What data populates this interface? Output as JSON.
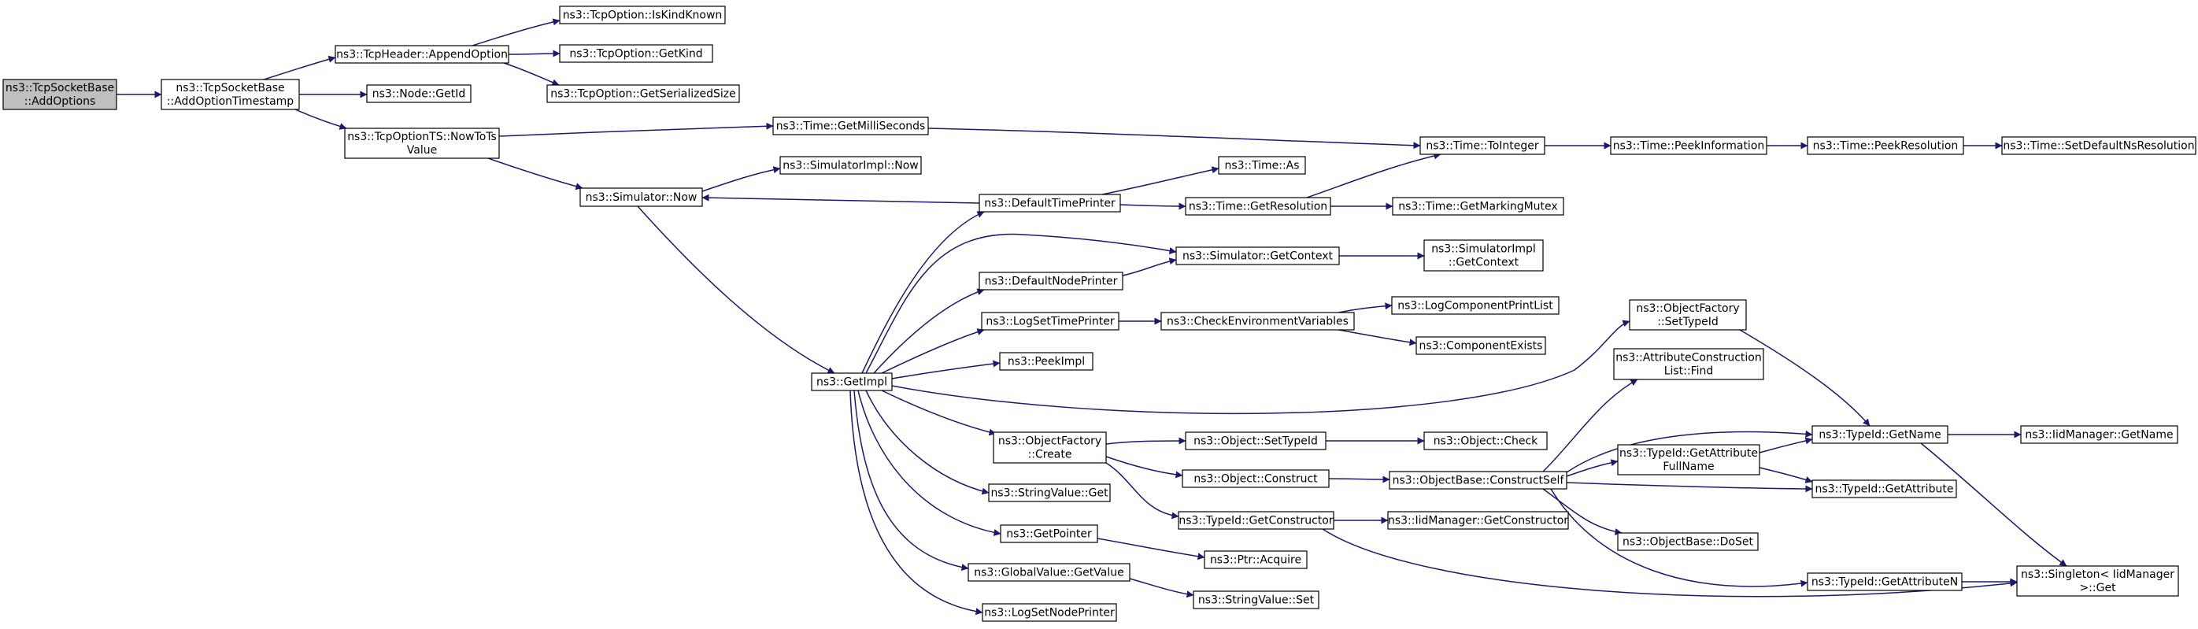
{
  "diagram": {
    "colors": {
      "edge": "#191970",
      "root_fill": "#bfbfbf",
      "node_fill": "#ffffff",
      "node_border": "#000000",
      "truncated_border": "#ff0000"
    },
    "nodes": [
      {
        "id": "n0",
        "lines": [
          "ns3::TcpSocketBase",
          "::AddOptions"
        ],
        "root": true
      },
      {
        "id": "n1",
        "lines": [
          "ns3::TcpSocketBase",
          "::AddOptionTimestamp"
        ]
      },
      {
        "id": "n2",
        "lines": [
          "ns3::TcpHeader::AppendOption"
        ]
      },
      {
        "id": "n3",
        "lines": [
          "ns3::TcpOption::IsKindKnown"
        ]
      },
      {
        "id": "n4",
        "lines": [
          "ns3::TcpOption::GetKind"
        ]
      },
      {
        "id": "n5",
        "lines": [
          "ns3::TcpOption::GetSerializedSize"
        ]
      },
      {
        "id": "n6",
        "lines": [
          "ns3::Node::GetId"
        ]
      },
      {
        "id": "n7",
        "lines": [
          "ns3::TcpOptionTS::NowToTs",
          "Value"
        ]
      },
      {
        "id": "n8",
        "lines": [
          "ns3::Time::GetMilliSeconds"
        ]
      },
      {
        "id": "n9",
        "lines": [
          "ns3::Time::ToInteger"
        ]
      },
      {
        "id": "n10",
        "lines": [
          "ns3::Time::PeekInformation"
        ]
      },
      {
        "id": "n11",
        "lines": [
          "ns3::Time::PeekResolution"
        ]
      },
      {
        "id": "n12",
        "lines": [
          "ns3::Time::SetDefaultNsResolution"
        ]
      },
      {
        "id": "n13",
        "lines": [
          "ns3::Simulator::Now"
        ]
      },
      {
        "id": "n14",
        "lines": [
          "ns3::SimulatorImpl::Now"
        ]
      },
      {
        "id": "n15",
        "lines": [
          "ns3::DefaultTimePrinter"
        ]
      },
      {
        "id": "n16",
        "lines": [
          "ns3::Time::As"
        ]
      },
      {
        "id": "n17",
        "lines": [
          "ns3::Time::GetResolution"
        ]
      },
      {
        "id": "n18",
        "lines": [
          "ns3::Time::GetMarkingMutex"
        ]
      },
      {
        "id": "n19",
        "lines": [
          "ns3::Simulator::GetContext"
        ]
      },
      {
        "id": "n20",
        "lines": [
          "ns3::SimulatorImpl",
          "::GetContext"
        ]
      },
      {
        "id": "n21",
        "lines": [
          "ns3::DefaultNodePrinter"
        ]
      },
      {
        "id": "n22",
        "lines": [
          "ns3::LogSetTimePrinter"
        ]
      },
      {
        "id": "n23",
        "lines": [
          "ns3::CheckEnvironmentVariables"
        ]
      },
      {
        "id": "n24",
        "lines": [
          "ns3::LogComponentPrintList"
        ],
        "truncated": true
      },
      {
        "id": "n25",
        "lines": [
          "ns3::ComponentExists"
        ],
        "truncated": true
      },
      {
        "id": "n26",
        "lines": [
          "ns3::GetImpl"
        ]
      },
      {
        "id": "n27",
        "lines": [
          "ns3::PeekImpl"
        ]
      },
      {
        "id": "n28",
        "lines": [
          "ns3::ObjectFactory",
          "::SetTypeId"
        ]
      },
      {
        "id": "n29",
        "lines": [
          "ns3::AttributeConstruction",
          "List::Find"
        ]
      },
      {
        "id": "n30",
        "lines": [
          "ns3::TypeId::GetName"
        ]
      },
      {
        "id": "n31",
        "lines": [
          "ns3::IidManager::GetName"
        ],
        "truncated": true
      },
      {
        "id": "n32",
        "lines": [
          "ns3::ObjectFactory",
          "::Create"
        ]
      },
      {
        "id": "n33",
        "lines": [
          "ns3::Object::SetTypeId"
        ]
      },
      {
        "id": "n34",
        "lines": [
          "ns3::Object::Check"
        ],
        "truncated": true
      },
      {
        "id": "n35",
        "lines": [
          "ns3::Object::Construct"
        ]
      },
      {
        "id": "n36",
        "lines": [
          "ns3::ObjectBase::ConstructSelf"
        ],
        "truncated": true
      },
      {
        "id": "n37",
        "lines": [
          "ns3::TypeId::GetAttribute",
          "FullName"
        ]
      },
      {
        "id": "n38",
        "lines": [
          "ns3::TypeId::GetAttribute"
        ]
      },
      {
        "id": "n39",
        "lines": [
          "ns3::StringValue::Get"
        ]
      },
      {
        "id": "n40",
        "lines": [
          "ns3::TypeId::GetConstructor"
        ]
      },
      {
        "id": "n41",
        "lines": [
          "ns3::IidManager::GetConstructor"
        ],
        "truncated": true
      },
      {
        "id": "n42",
        "lines": [
          "ns3::ObjectBase::DoSet"
        ]
      },
      {
        "id": "n43",
        "lines": [
          "ns3::GetPointer"
        ]
      },
      {
        "id": "n44",
        "lines": [
          "ns3::Ptr::Acquire"
        ]
      },
      {
        "id": "n45",
        "lines": [
          "ns3::TypeId::GetAttributeN"
        ],
        "truncated": true
      },
      {
        "id": "n46",
        "lines": [
          "ns3::Singleton< IidManager",
          " >::Get"
        ]
      },
      {
        "id": "n47",
        "lines": [
          "ns3::GlobalValue::GetValue"
        ]
      },
      {
        "id": "n48",
        "lines": [
          "ns3::StringValue::Set"
        ]
      },
      {
        "id": "n49",
        "lines": [
          "ns3::LogSetNodePrinter"
        ]
      }
    ],
    "edges": [
      [
        "n0",
        "n1"
      ],
      [
        "n1",
        "n2"
      ],
      [
        "n1",
        "n6"
      ],
      [
        "n1",
        "n7"
      ],
      [
        "n2",
        "n3"
      ],
      [
        "n2",
        "n4"
      ],
      [
        "n2",
        "n5"
      ],
      [
        "n7",
        "n8"
      ],
      [
        "n7",
        "n13"
      ],
      [
        "n8",
        "n9"
      ],
      [
        "n9",
        "n10"
      ],
      [
        "n10",
        "n11"
      ],
      [
        "n11",
        "n12"
      ],
      [
        "n13",
        "n14"
      ],
      [
        "n13",
        "n26"
      ],
      [
        "n15",
        "n13"
      ],
      [
        "n15",
        "n16"
      ],
      [
        "n15",
        "n17"
      ],
      [
        "n17",
        "n9"
      ],
      [
        "n17",
        "n18"
      ],
      [
        "n19",
        "n20"
      ],
      [
        "n26",
        "n15"
      ],
      [
        "n26",
        "n19"
      ],
      [
        "n26",
        "n21"
      ],
      [
        "n26",
        "n22"
      ],
      [
        "n26",
        "n27"
      ],
      [
        "n26",
        "n28"
      ],
      [
        "n26",
        "n32"
      ],
      [
        "n26",
        "n39"
      ],
      [
        "n26",
        "n43"
      ],
      [
        "n26",
        "n47"
      ],
      [
        "n26",
        "n49"
      ],
      [
        "n21",
        "n19"
      ],
      [
        "n22",
        "n23"
      ],
      [
        "n23",
        "n24"
      ],
      [
        "n23",
        "n25"
      ],
      [
        "n28",
        "n30"
      ],
      [
        "n30",
        "n31"
      ],
      [
        "n30",
        "n46"
      ],
      [
        "n32",
        "n33"
      ],
      [
        "n32",
        "n35"
      ],
      [
        "n32",
        "n40"
      ],
      [
        "n33",
        "n34"
      ],
      [
        "n35",
        "n36"
      ],
      [
        "n36",
        "n29"
      ],
      [
        "n36",
        "n30"
      ],
      [
        "n36",
        "n37"
      ],
      [
        "n36",
        "n38"
      ],
      [
        "n36",
        "n42"
      ],
      [
        "n36",
        "n45"
      ],
      [
        "n37",
        "n30"
      ],
      [
        "n37",
        "n38"
      ],
      [
        "n40",
        "n41"
      ],
      [
        "n40",
        "n46"
      ],
      [
        "n43",
        "n44"
      ],
      [
        "n45",
        "n46"
      ],
      [
        "n47",
        "n48"
      ]
    ]
  }
}
